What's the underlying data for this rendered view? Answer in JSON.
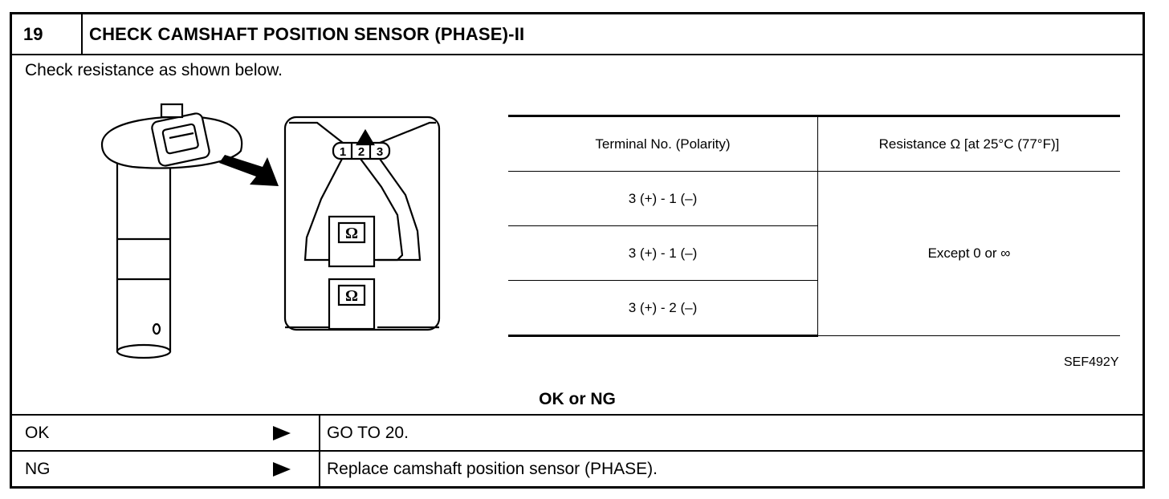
{
  "step": "19",
  "title": "CHECK CAMSHAFT POSITION SENSOR (PHASE)-II",
  "instruction": "Check resistance as shown below.",
  "diagram": {
    "terminals": [
      "1",
      "2",
      "3"
    ],
    "meter_symbol": "Ω"
  },
  "table": {
    "headers": [
      "Terminal No. (Polarity)",
      "Resistance Ω [at 25°C (77°F)]"
    ],
    "rows": [
      "3 (+) - 1 (–)",
      "3 (+) - 1 (–)",
      "3 (+) - 2 (–)"
    ],
    "result": "Except 0 or ∞"
  },
  "figure_ref": "SEF492Y",
  "ok_ng_label": "OK or NG",
  "outcomes": [
    {
      "label": "OK",
      "action": "GO TO 20."
    },
    {
      "label": "NG",
      "action": "Replace camshaft position sensor (PHASE)."
    }
  ]
}
